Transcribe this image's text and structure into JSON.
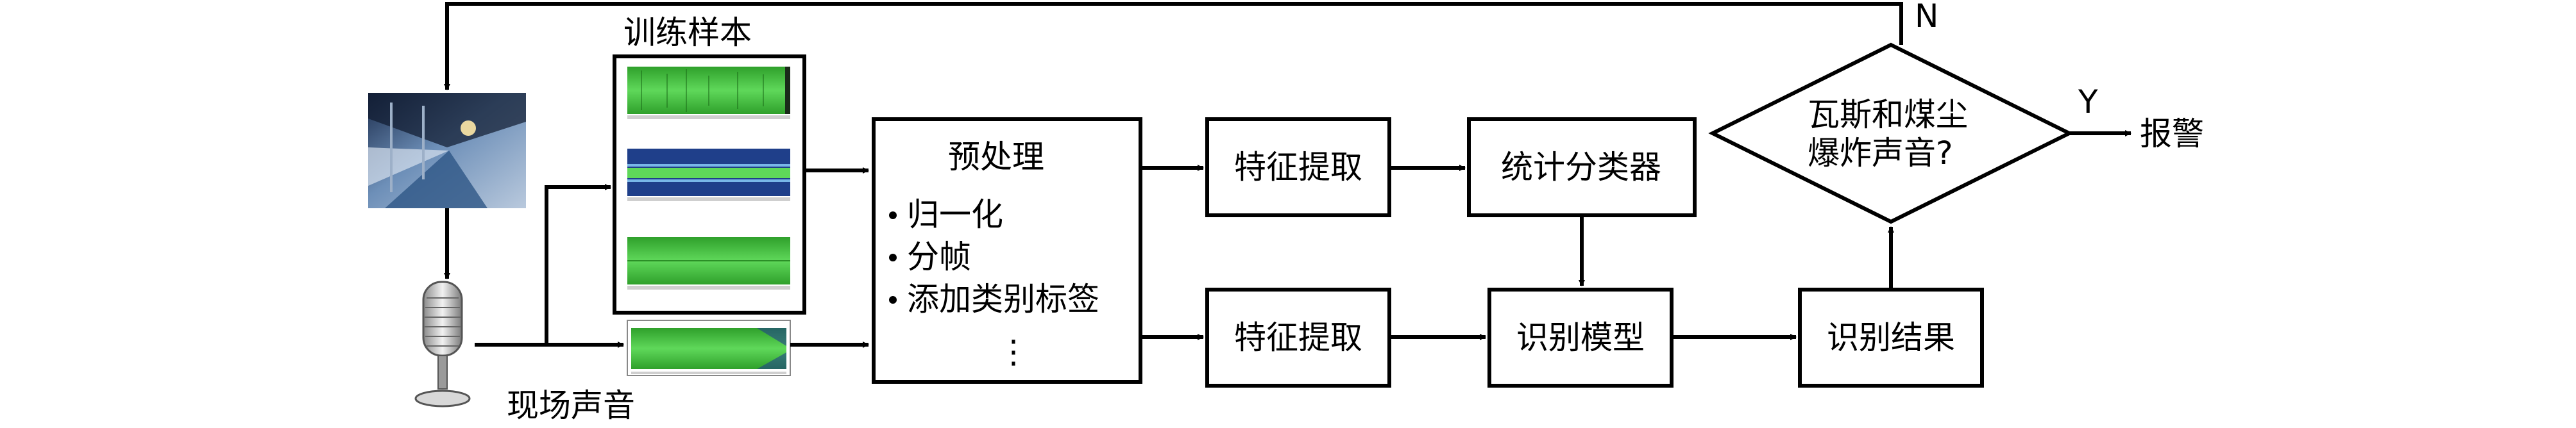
{
  "diagram": {
    "samples_title": "训练样本",
    "field_sound_label": "现场声音",
    "preprocess": {
      "title": "预处理",
      "items": [
        "归一化",
        "分帧",
        "添加类别标签"
      ],
      "ellipsis": "⋮"
    },
    "feature_extract_top": "特征提取",
    "feature_extract_bottom": "特征提取",
    "classifier": "统计分类器",
    "model": "识别模型",
    "result": "识别结果",
    "decision": [
      "瓦斯和煤尘",
      "爆炸声音?"
    ],
    "yes_label": "Y",
    "no_label": "N",
    "alarm": "报警"
  },
  "colors": {
    "waveform_green": "#3fc23a",
    "waveform_blue": "#1f4fa0",
    "photo_tunnel": "#3a6fa8"
  }
}
